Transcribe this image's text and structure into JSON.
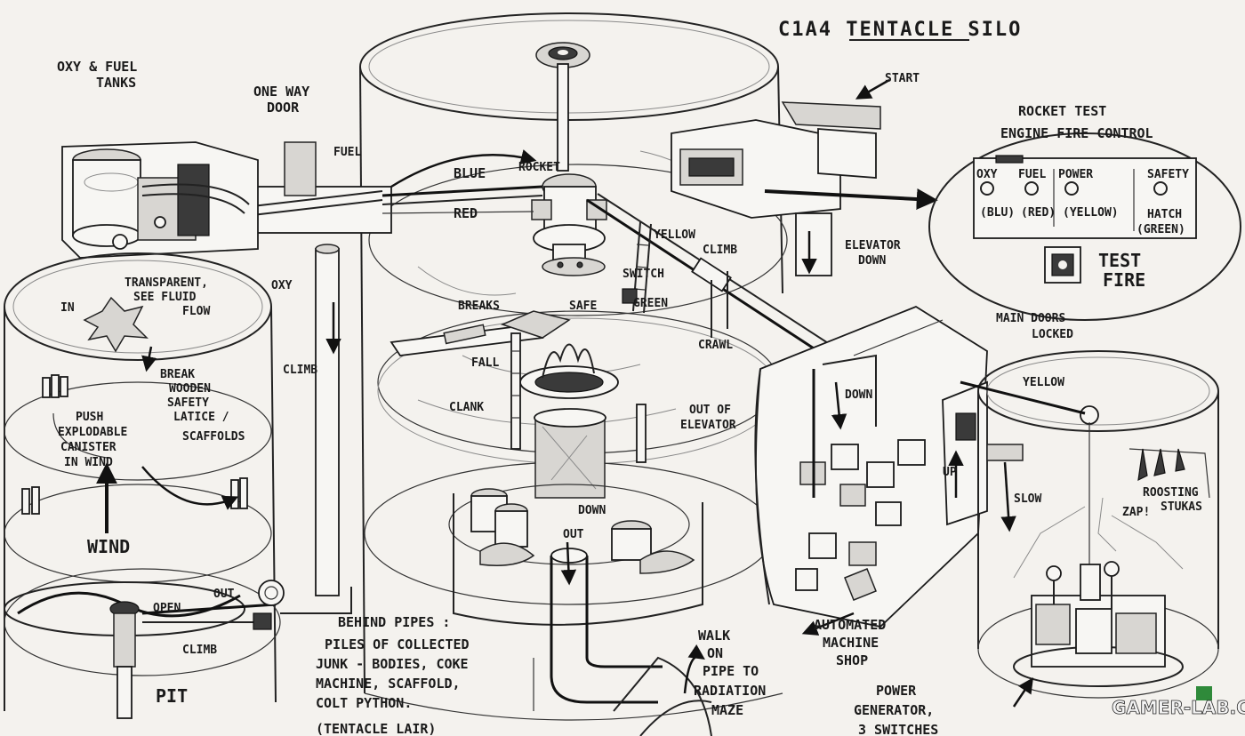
{
  "title": "C1A4 TENTACLE SILO",
  "colors": {
    "paper": "#f4f2ee",
    "ink": "#1e1e1e",
    "watermark_green": "#2f8a3a"
  },
  "labels": {
    "oxy_fuel_1": "OXY & FUEL",
    "oxy_fuel_2": "TANKS",
    "one_way_1": "ONE WAY",
    "one_way_2": "DOOR",
    "fuel": "FUEL",
    "oxy": "OXY",
    "transparent_1": "TRANSPARENT,",
    "transparent_2": "SEE FLUID",
    "transparent_3": "FLOW",
    "in": "IN",
    "break_1": "BREAK",
    "break_2": "WOODEN",
    "break_3": "SAFETY",
    "break_4": "LATICE /",
    "break_5": "SCAFFOLDS",
    "push_1": "PUSH",
    "push_2": "EXPLODABLE",
    "push_3": "CANISTER",
    "push_4": "IN WIND",
    "climb_left": "CLIMB",
    "wind": "WIND",
    "out_left": "OUT",
    "open": "OPEN",
    "climb_bottom": "CLIMB",
    "pit": "PIT",
    "blue": "BLUE",
    "rocket": "ROCKET",
    "red": "RED",
    "yellow": "YELLOW",
    "climb_top": "CLIMB",
    "switch": "SWITCH",
    "safe": "SAFE",
    "green": "GREEN",
    "breaks": "BREAKS",
    "fall": "FALL",
    "crawl": "CRAWL",
    "clank": "CLANK",
    "out_of_elev_1": "OUT OF",
    "out_of_elev_2": "ELEVATOR",
    "down_center": "DOWN",
    "out_center": "OUT",
    "behind_1": "BEHIND PIPES :",
    "behind_2": "PILES OF COLLECTED",
    "behind_3": "JUNK - BODIES, COKE",
    "behind_4": "MACHINE, SCAFFOLD,",
    "behind_5": "COLT PYTHON.",
    "behind_6": "(TENTACLE LAIR)",
    "walk_1": "WALK",
    "walk_2": "ON",
    "walk_3": "PIPE TO",
    "walk_4": "RADIATION",
    "walk_5": "MAZE",
    "start": "START",
    "elevator_down_1": "ELEVATOR",
    "elevator_down_2": "DOWN",
    "rocket_test_1": "ROCKET TEST",
    "rocket_test_2": "ENGINE FIRE CONTROL",
    "ctl_oxy": "OXY",
    "ctl_fuel": "FUEL",
    "ctl_power": "POWER",
    "ctl_safety": "SAFETY",
    "ctl_blu": "(BLU)",
    "ctl_red": "(RED)",
    "ctl_yellow": "(YELLOW)",
    "ctl_hatch": "HATCH",
    "ctl_green": "(GREEN)",
    "test_fire_1": "TEST",
    "test_fire_2": "FIRE",
    "main_doors_1": "MAIN DOORS",
    "main_doors_2": "LOCKED",
    "down_shop": "DOWN",
    "up_shop": "UP",
    "slow": "SLOW",
    "automated_1": "AUTOMATED",
    "automated_2": "MACHINE",
    "automated_3": "SHOP",
    "yellow_right": "YELLOW",
    "roosting_1": "ROOSTING",
    "roosting_2": "STUKAS",
    "zap": "ZAP!",
    "power_1": "POWER",
    "power_2": "GENERATOR,",
    "power_3": "3 SWITCHES",
    "watermark": "GAMER-LAB.COM"
  }
}
